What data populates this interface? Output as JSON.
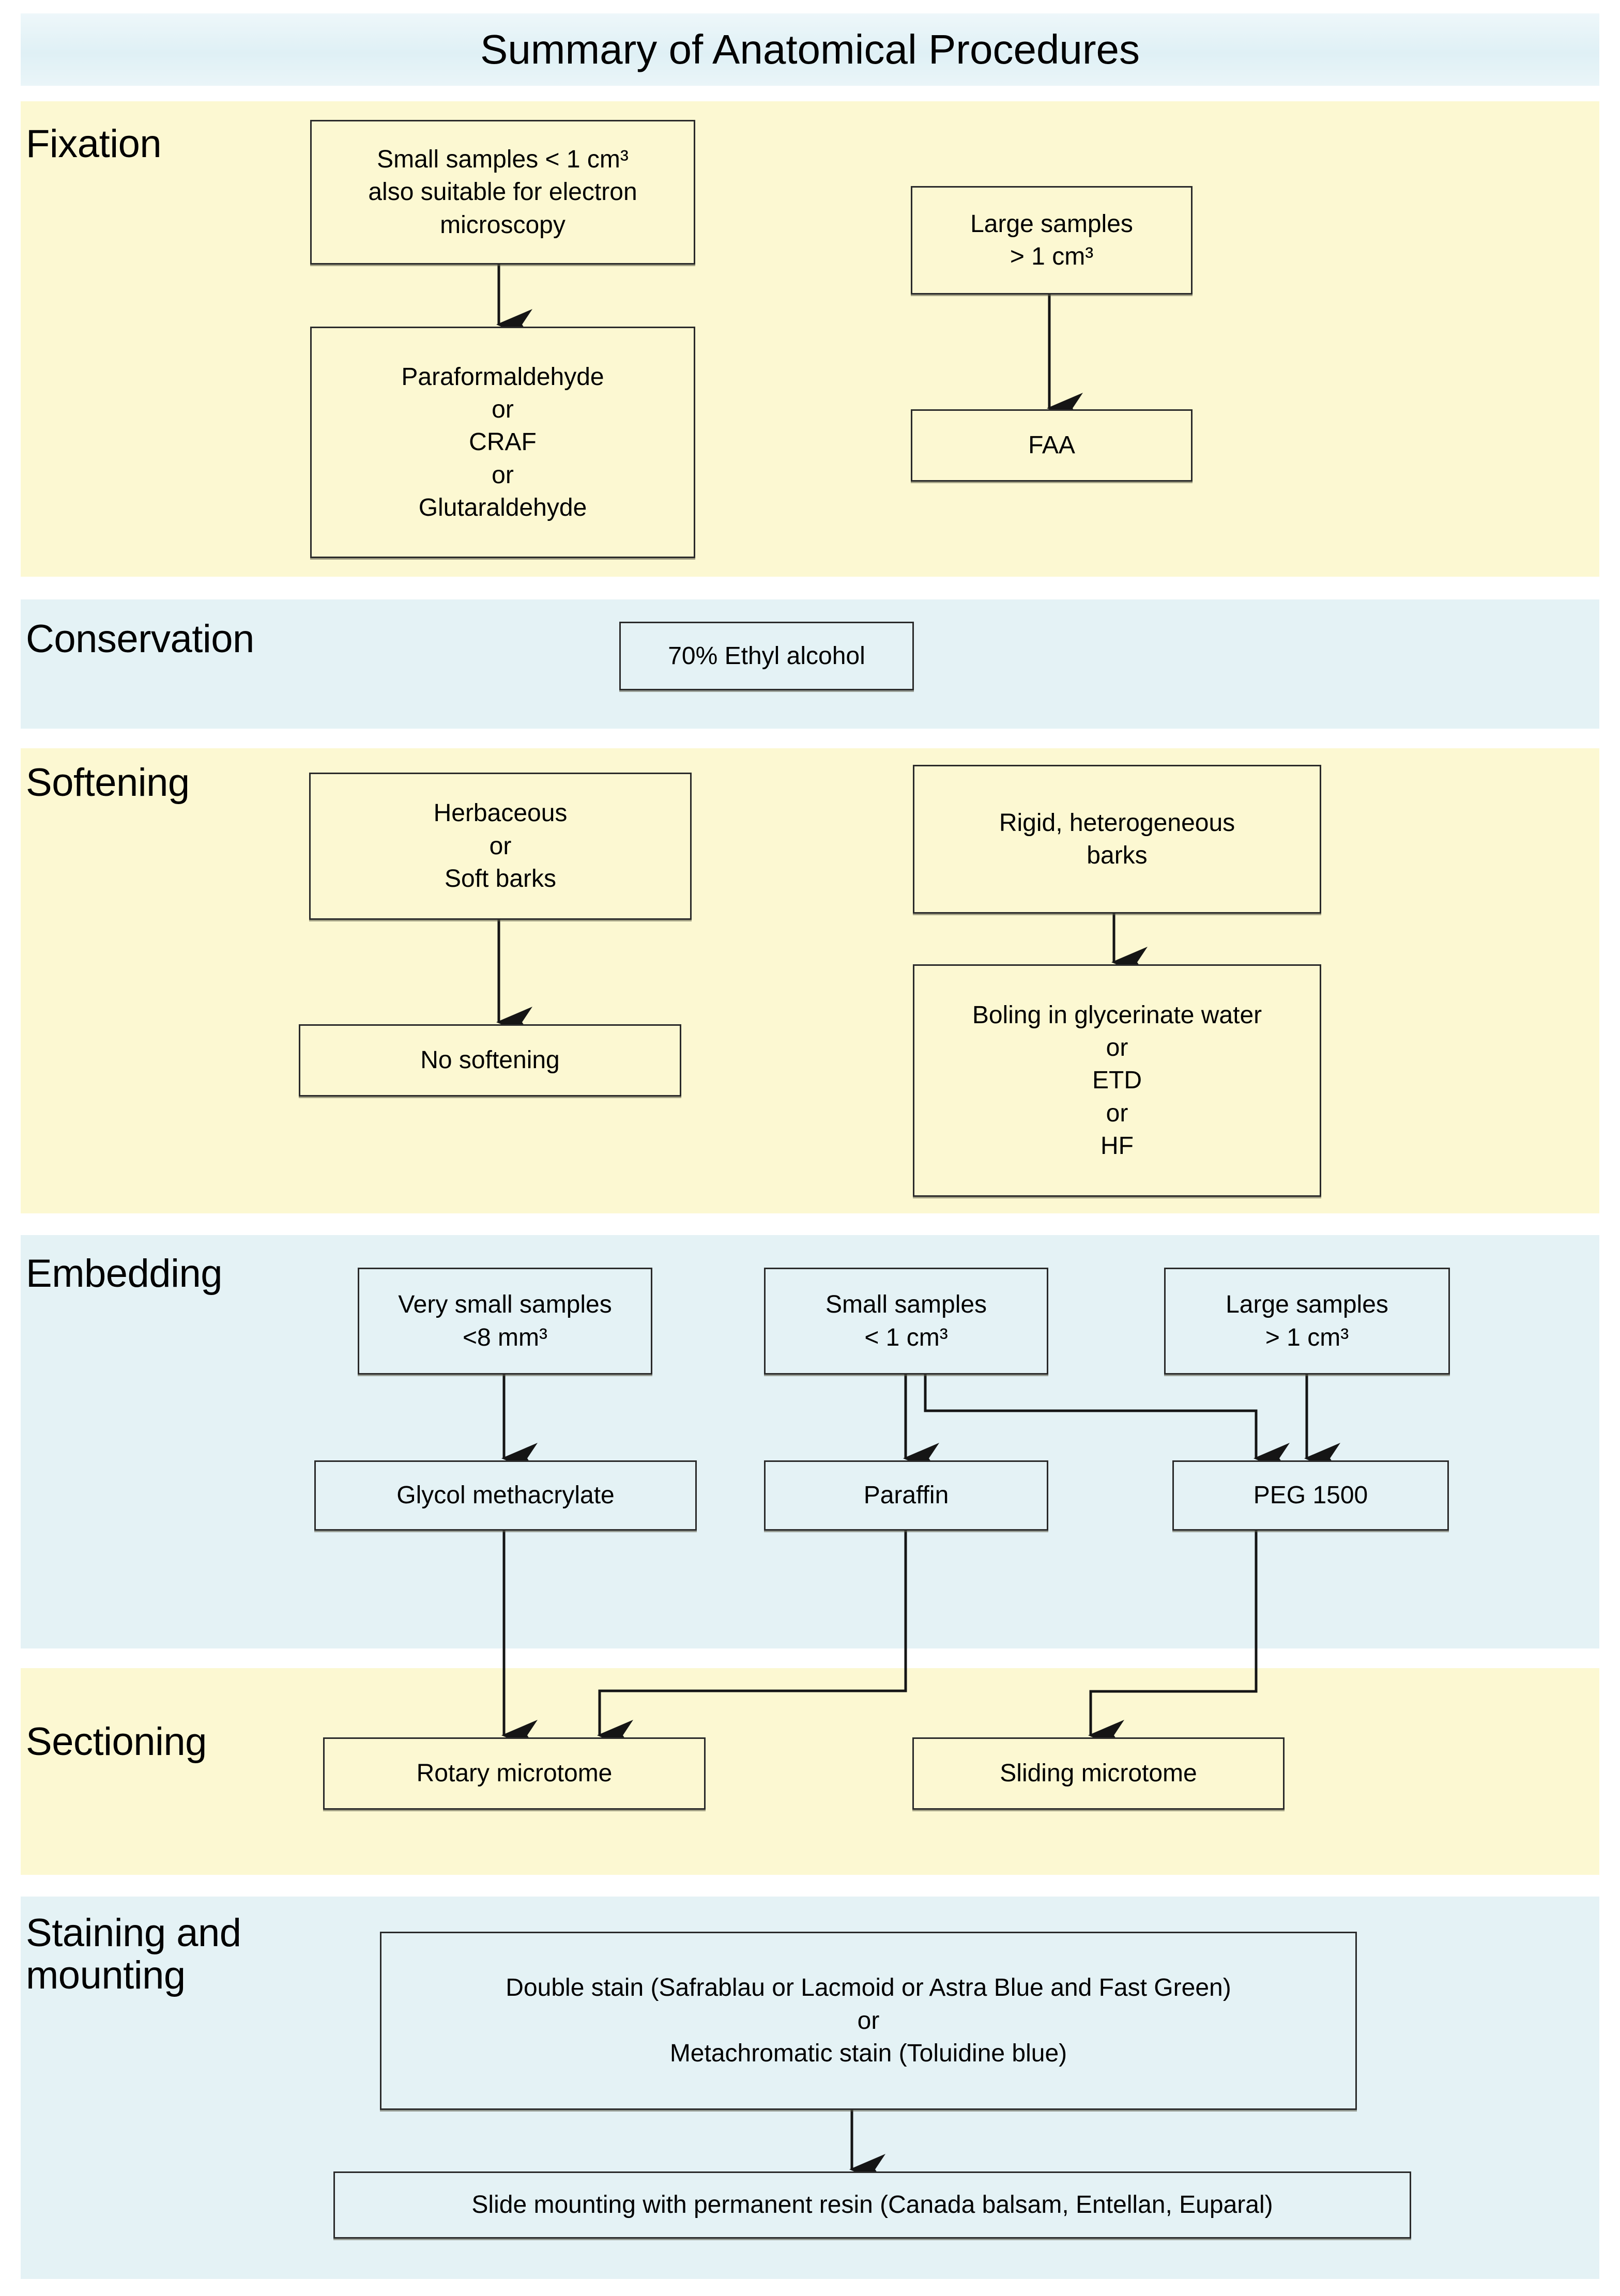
{
  "title": "Summary of Anatomical Procedures",
  "colors": {
    "band_yellow": "#fcf8d2",
    "band_blue": "#e4f2f5",
    "box_border": "#2a2a2a",
    "text": "#000000"
  },
  "sections": [
    {
      "id": "fixation",
      "label": "Fixation",
      "band": "yellow",
      "boxes": [
        {
          "id": "fix-small-samples",
          "text": "Small samples < 1 cm³\nalso suitable for electron\nmicroscopy"
        },
        {
          "id": "fix-fixatives",
          "text": "Paraformaldehyde\nor\nCRAF\nor\nGlutaraldehyde"
        },
        {
          "id": "fix-large-samples",
          "text": "Large samples\n> 1 cm³"
        },
        {
          "id": "fix-faa",
          "text": "FAA"
        }
      ]
    },
    {
      "id": "conservation",
      "label": "Conservation",
      "band": "blue",
      "boxes": [
        {
          "id": "cons-ethyl-alcohol",
          "text": "70% Ethyl alcohol"
        }
      ]
    },
    {
      "id": "softening",
      "label": "Softening",
      "band": "yellow",
      "boxes": [
        {
          "id": "soft-herbaceous",
          "text": "Herbaceous\nor\nSoft barks"
        },
        {
          "id": "soft-no-softening",
          "text": "No softening"
        },
        {
          "id": "soft-rigid-barks",
          "text": "Rigid, heterogeneous\nbarks"
        },
        {
          "id": "soft-boiling",
          "text": "Boling in glycerinate water\nor\nETD\nor\nHF"
        }
      ]
    },
    {
      "id": "embedding",
      "label": "Embedding",
      "band": "blue",
      "boxes": [
        {
          "id": "emb-very-small",
          "text": "Very small samples\n<8 mm³"
        },
        {
          "id": "emb-small",
          "text": "Small samples\n< 1  cm³"
        },
        {
          "id": "emb-large",
          "text": "Large samples\n> 1 cm³"
        },
        {
          "id": "emb-gma",
          "text": "Glycol methacrylate"
        },
        {
          "id": "emb-paraffin",
          "text": "Paraffin"
        },
        {
          "id": "emb-peg",
          "text": "PEG 1500"
        }
      ]
    },
    {
      "id": "sectioning",
      "label": "Sectioning",
      "band": "yellow",
      "boxes": [
        {
          "id": "sec-rotary",
          "text": "Rotary microtome"
        },
        {
          "id": "sec-sliding",
          "text": "Sliding microtome"
        }
      ]
    },
    {
      "id": "staining",
      "label": "Staining and\nmounting",
      "band": "blue",
      "boxes": [
        {
          "id": "stain-double",
          "text": "Double stain (Safrablau or Lacmoid or Astra Blue and Fast Green)\nor\nMetachromatic stain (Toluidine blue)"
        },
        {
          "id": "stain-mounting",
          "text": "Slide mounting with permanent resin (Canada balsam,  Entellan, Euparal)"
        }
      ]
    }
  ],
  "flow": {
    "edges": [
      {
        "from": "fix-small-samples",
        "to": "fix-fixatives"
      },
      {
        "from": "fix-large-samples",
        "to": "fix-faa"
      },
      {
        "from": "soft-herbaceous",
        "to": "soft-no-softening"
      },
      {
        "from": "soft-rigid-barks",
        "to": "soft-boiling"
      },
      {
        "from": "emb-very-small",
        "to": "emb-gma"
      },
      {
        "from": "emb-small",
        "to": "emb-paraffin"
      },
      {
        "from": "emb-small",
        "to": "emb-peg"
      },
      {
        "from": "emb-large",
        "to": "emb-peg"
      },
      {
        "from": "emb-gma",
        "to": "sec-rotary"
      },
      {
        "from": "emb-paraffin",
        "to": "sec-rotary"
      },
      {
        "from": "emb-peg",
        "to": "sec-sliding"
      },
      {
        "from": "stain-double",
        "to": "stain-mounting"
      }
    ]
  }
}
